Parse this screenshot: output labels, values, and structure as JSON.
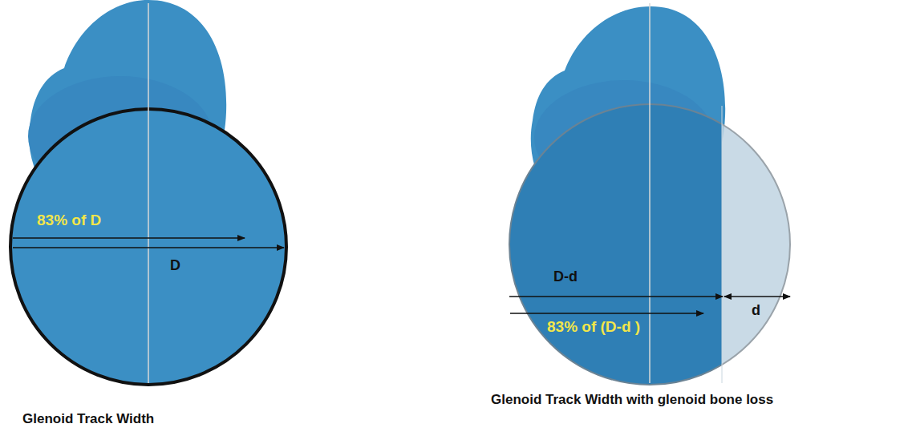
{
  "diagram": {
    "labels": [
      "83% of D",
      "D",
      "Glenoid Track Width",
      "D-d",
      "83% of (D-d )",
      "d",
      "Glenoid Track Width with glenoid bone loss"
    ]
  }
}
